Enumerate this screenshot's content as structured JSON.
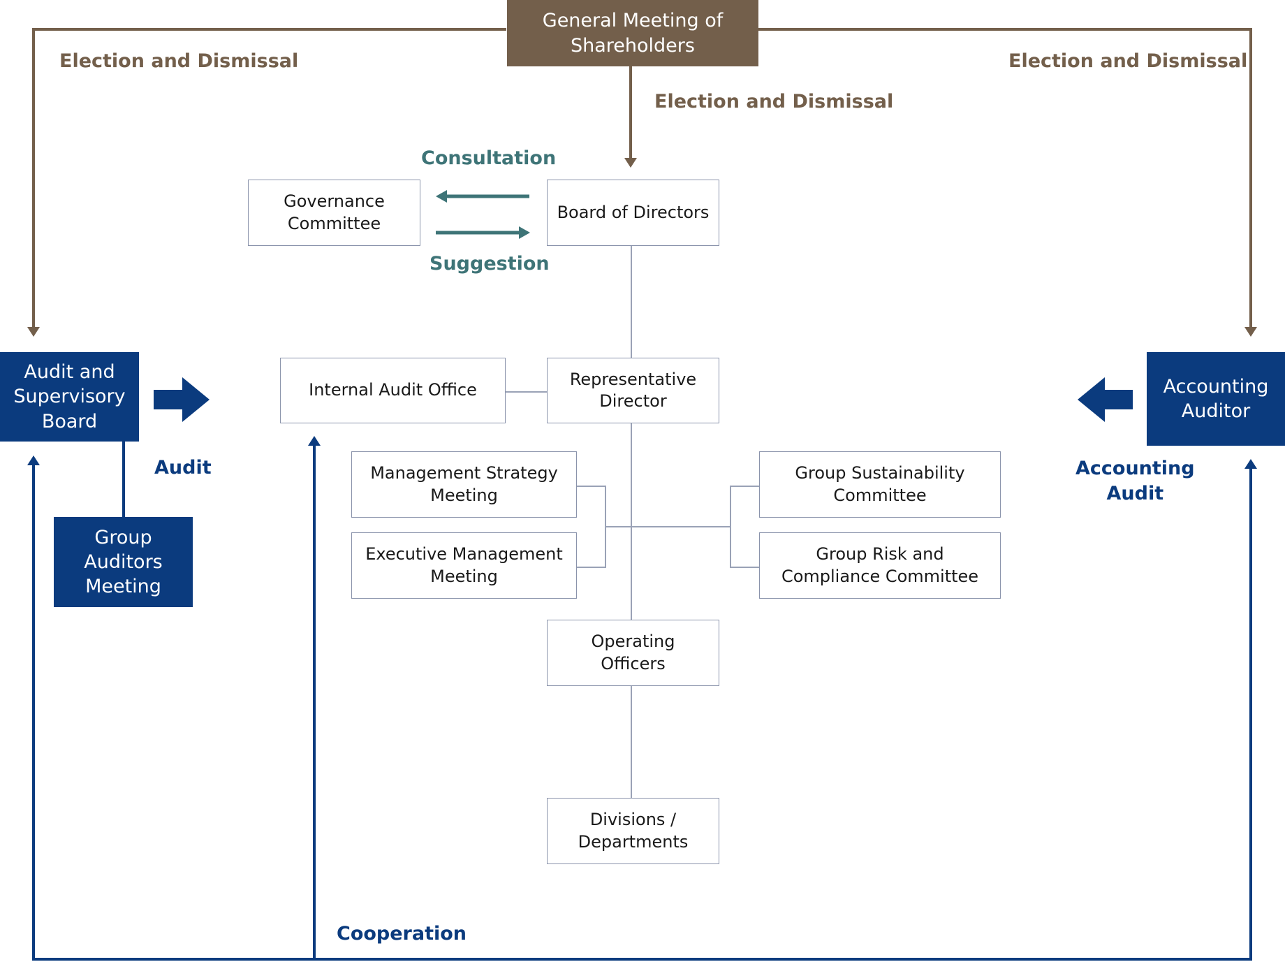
{
  "colors": {
    "brown": "#735f4b",
    "navy": "#0b3b7e",
    "teal": "#3e7477",
    "box_border": "#8a93ab",
    "connector": "#9aa2b6"
  },
  "nodes": {
    "shareholders": "General Meeting of\nShareholders",
    "board": "Board of Directors",
    "governance": "Governance\nCommittee",
    "rep_director": "Representative\nDirector",
    "internal_audit": "Internal Audit Office",
    "audit_board": "Audit and\nSupervisory\nBoard",
    "group_auditors": "Group\nAuditors\nMeeting",
    "accounting_auditor": "Accounting\nAuditor",
    "mgmt_strategy": "Management Strategy\nMeeting",
    "exec_mgmt": "Executive Management\nMeeting",
    "sustainability": "Group  Sustainability\nCommittee",
    "risk_compliance": "Group Risk and\nCompliance Committee",
    "operating_officers": "Operating\nOfficers",
    "divisions": "Divisions /\nDepartments"
  },
  "labels": {
    "election_left": "Election and Dismissal",
    "election_center": "Election and Dismissal",
    "election_right": "Election and Dismissal",
    "consultation": "Consultation",
    "suggestion": "Suggestion",
    "audit": "Audit",
    "accounting_audit": "Accounting\nAudit",
    "cooperation": "Cooperation"
  }
}
